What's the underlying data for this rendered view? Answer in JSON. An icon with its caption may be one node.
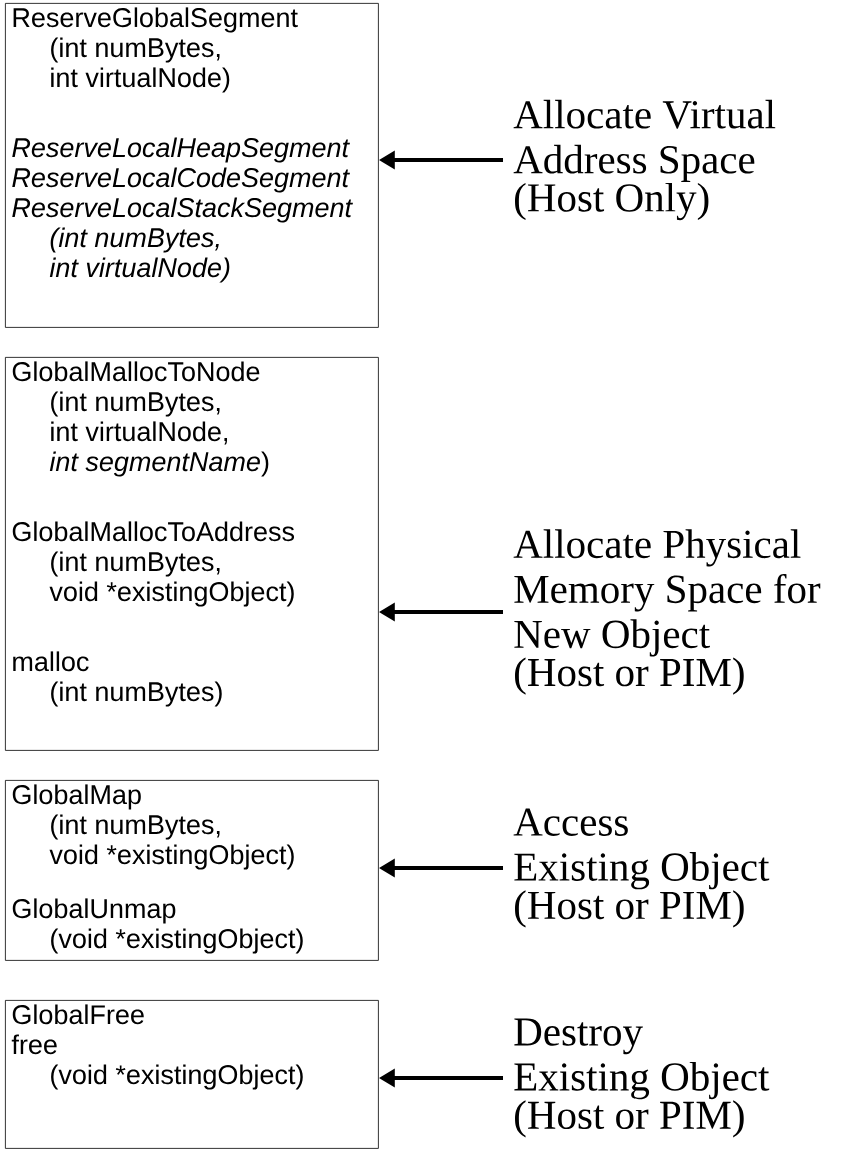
{
  "diagram": {
    "nodes": [
      {
        "text": [
          "ReserveGlobalSegment",
          "(int numBytes,",
          "int virtualNode)",
          "ReserveLocalHeapSegment",
          "ReserveLocalCodeSegment",
          "ReserveLocalStackSegment",
          "(int numBytes,",
          "int virtualNode)"
        ]
      },
      {
        "text": [
          "GlobalMallocToNode",
          "(int numBytes,",
          "int virtualNode,",
          "*int segmentName*)",
          "GlobalMallocToAddress",
          "(int numBytes,",
          "void *existingObject)",
          "malloc",
          "(int numBytes)"
        ]
      },
      {
        "text": [
          "GlobalMap",
          "(int numBytes,",
          "void *existingObject)",
          "GlobalUnmap",
          "(void *existingObject)"
        ]
      },
      {
        "text": [
          "GlobalFree",
          "free",
          "(void *existingObject)"
        ]
      },
      {
        "text": [
          "Allocate Virtual Address Space",
          "(Host Only)"
        ]
      },
      {
        "text": [
          "Allocate Physical Memory Space for New Object",
          "(Host or PIM)"
        ]
      },
      {
        "text": [
          "Access",
          "Existing Object",
          "(Host or PIM)"
        ]
      },
      {
        "text": [
          "Destroy",
          "Existing Object",
          "(Host or PIM)"
        ]
      }
    ],
    "edges": [
      {
        "from": 4,
        "to": 0,
        "arrow": "to"
      },
      {
        "from": 5,
        "to": 1,
        "arrow": "to"
      },
      {
        "from": 6,
        "to": 2,
        "arrow": "to"
      },
      {
        "from": 7,
        "to": 3,
        "arrow": "to"
      }
    ]
  }
}
